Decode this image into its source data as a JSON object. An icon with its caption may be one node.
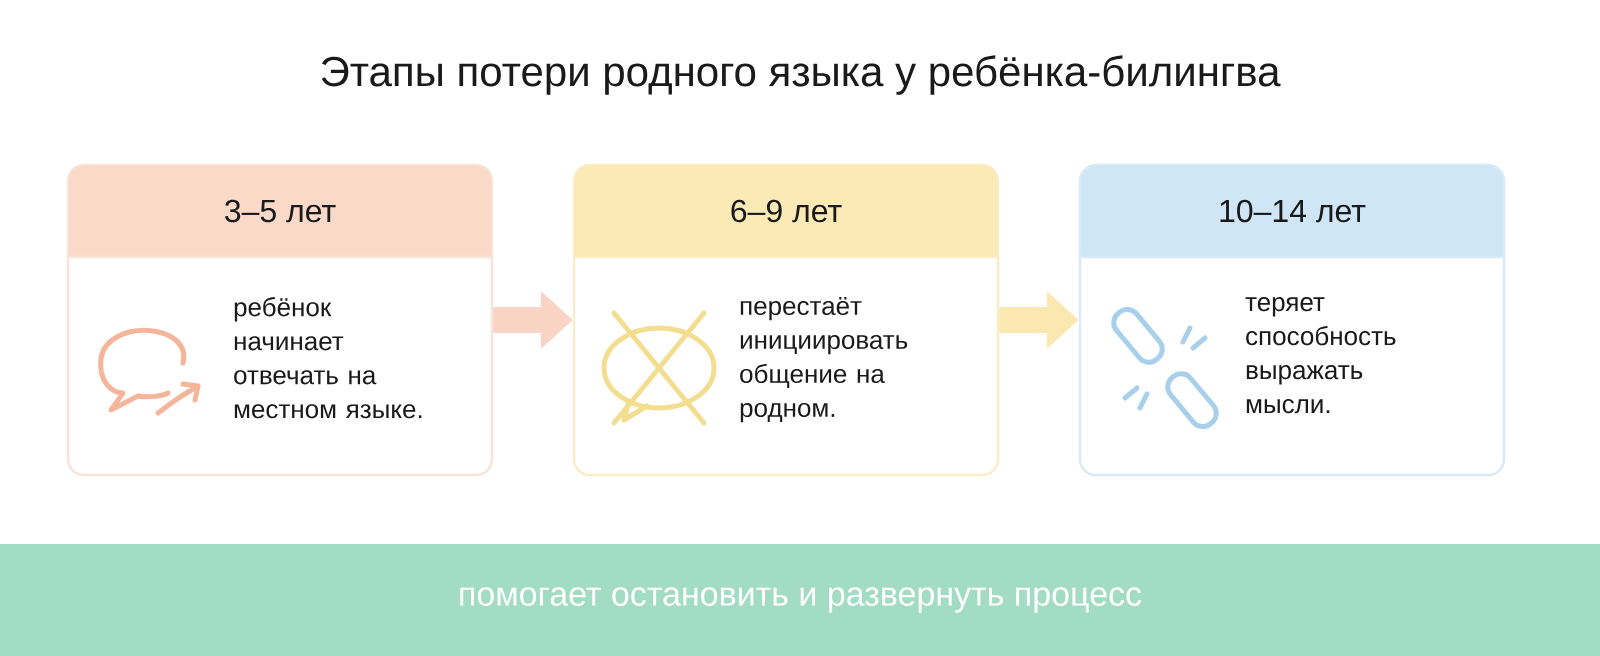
{
  "diagram": {
    "title": "Этапы потери родного языка у ребёнка-билингва",
    "nodes": [
      {
        "text": [
          "3–5 лет",
          "ребёнок начинает отвечать на местном языке."
        ]
      },
      {
        "text": [
          "6–9 лет",
          "перестаёт инициировать общение на родном."
        ]
      },
      {
        "text": [
          "10–14 лет",
          "теряет способность выражать мысли."
        ]
      },
      {
        "text": [
          "помогает остановить и развернуть процесс"
        ]
      }
    ],
    "edges": [
      {
        "from": 0,
        "to": 1,
        "arrow": "to",
        "color": "#f9d3c3"
      },
      {
        "from": 1,
        "to": 2,
        "arrow": "to",
        "color": "#fbe8b0"
      }
    ]
  }
}
